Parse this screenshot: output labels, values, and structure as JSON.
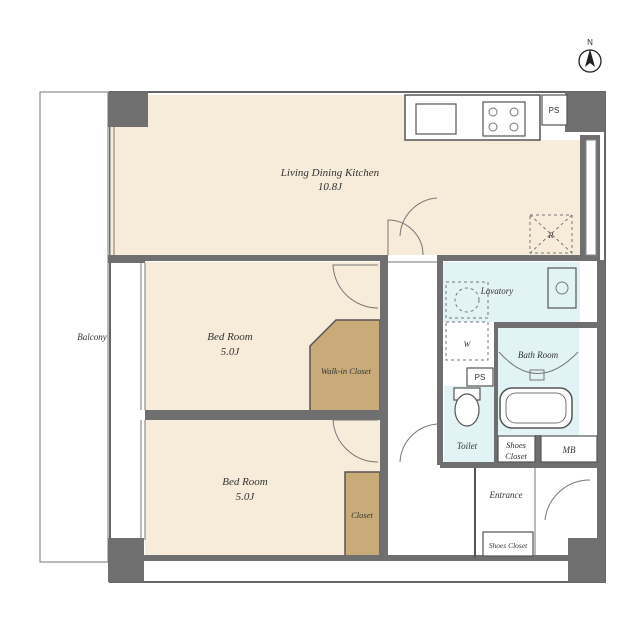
{
  "compass": {
    "label": "N"
  },
  "rooms": {
    "ldk": {
      "name": "Living Dining Kitchen",
      "size": "10.8J"
    },
    "bedroom1": {
      "name": "Bed Room",
      "size": "5.0J"
    },
    "bedroom2": {
      "name": "Bed Room",
      "size": "5.0J"
    },
    "walkin": {
      "name": "Walk-in Closet"
    },
    "closet": {
      "name": "Closet"
    },
    "balcony": {
      "name": "Balcony"
    },
    "lavatory": {
      "name": "Lavatory"
    },
    "bath": {
      "name": "Bath Room"
    },
    "toilet": {
      "name": "Toilet"
    },
    "shoes1": {
      "line1": "Shoes",
      "line2": "Closet"
    },
    "shoes2": {
      "name": "Shoes Closet"
    },
    "entrance": {
      "name": "Entrance"
    },
    "mb": {
      "name": "MB"
    },
    "ps1": {
      "name": "PS"
    },
    "ps2": {
      "name": "PS"
    },
    "washer": {
      "name": "W"
    },
    "fridge": {
      "name": "R"
    }
  },
  "colors": {
    "floor": "#f6ecd9",
    "closet": "#c8ab78",
    "wet": "#e2f3f6",
    "wall": "#6f6f6f"
  }
}
